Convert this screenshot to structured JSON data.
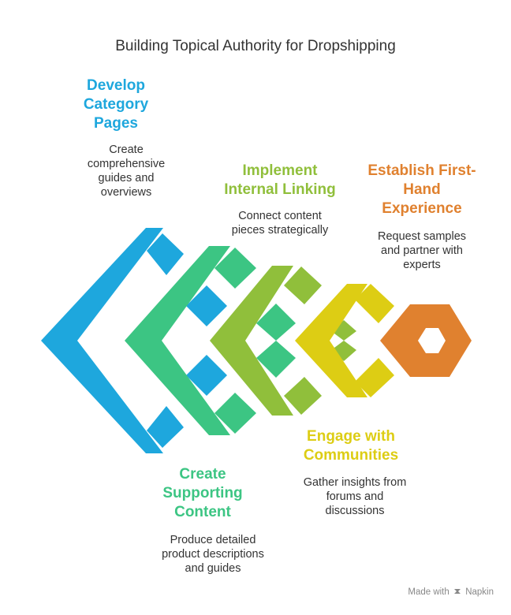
{
  "title": "Building Topical Authority for Dropshipping",
  "colors": {
    "blue": "#1EA7DD",
    "teal": "#3CC583",
    "lime": "#90BF3B",
    "yellow": "#DDCD14",
    "orange": "#E0812F"
  },
  "steps": [
    {
      "title": "Develop\nCategory\nPages",
      "description": "Create\ncomprehensive\nguides and\noverviews",
      "color": "#1EA7DD"
    },
    {
      "title": "Create\nSupporting\nContent",
      "description": "Produce detailed\nproduct descriptions\nand guides",
      "color": "#3CC583"
    },
    {
      "title": "Implement\nInternal Linking",
      "description": "Connect content\npieces strategically",
      "color": "#90BF3B"
    },
    {
      "title": "Engage with\nCommunities",
      "description": "Gather insights from\nforums and\ndiscussions",
      "color": "#DDCD14"
    },
    {
      "title": "Establish First-\nHand\nExperience",
      "description": "Request samples\nand partner with\nexperts",
      "color": "#E0812F"
    }
  ],
  "credit": {
    "text": "Made with",
    "brand": "Napkin",
    "icon": "napkin-logo-icon"
  }
}
